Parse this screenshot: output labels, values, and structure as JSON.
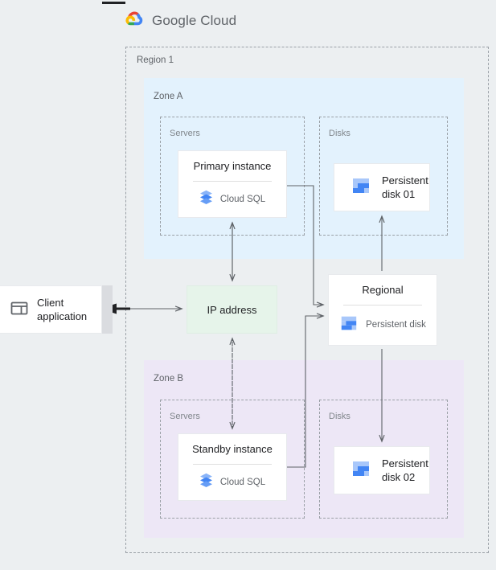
{
  "brand": {
    "google": "Google",
    "cloud": "Cloud",
    "icon": "google-cloud-logo"
  },
  "region": {
    "label": "Region 1"
  },
  "zones": [
    {
      "id": "zone-a",
      "label": "Zone A",
      "color": "#e3f2fd"
    },
    {
      "id": "zone-b",
      "label": "Zone B",
      "color": "#ede7f6"
    }
  ],
  "groups": {
    "servers_a": "Servers",
    "disks_a": "Disks",
    "servers_b": "Servers",
    "disks_b": "Disks"
  },
  "nodes": {
    "primary_instance": {
      "title": "Primary instance",
      "product": "Cloud SQL",
      "icon": "cloud-sql-icon"
    },
    "standby_instance": {
      "title": "Standby instance",
      "product": "Cloud SQL",
      "icon": "cloud-sql-icon"
    },
    "persistent_disk_01": {
      "line1": "Persistent",
      "line2": "disk 01",
      "icon": "persistent-disk-icon"
    },
    "persistent_disk_02": {
      "line1": "Persistent",
      "line2": "disk 02",
      "icon": "persistent-disk-icon"
    },
    "regional_disk": {
      "title": "Regional",
      "product": "Persistent disk",
      "icon": "persistent-disk-icon"
    },
    "ip_address": {
      "label": "IP address"
    },
    "client_application": {
      "line1": "Client",
      "line2": "application",
      "icon": "client-window-icon"
    }
  },
  "colors": {
    "canvas": "#eceff1",
    "zone_a": "#e3f2fd",
    "zone_b": "#ede7f6",
    "ip_address": "#e6f4ea",
    "connector": "#5f6368",
    "dashed_border": "#9aa0a6",
    "icon_blue_dark": "#4285f4",
    "icon_blue_light": "#a8c7fa",
    "text_primary": "#202124",
    "text_secondary": "#5f6368"
  }
}
